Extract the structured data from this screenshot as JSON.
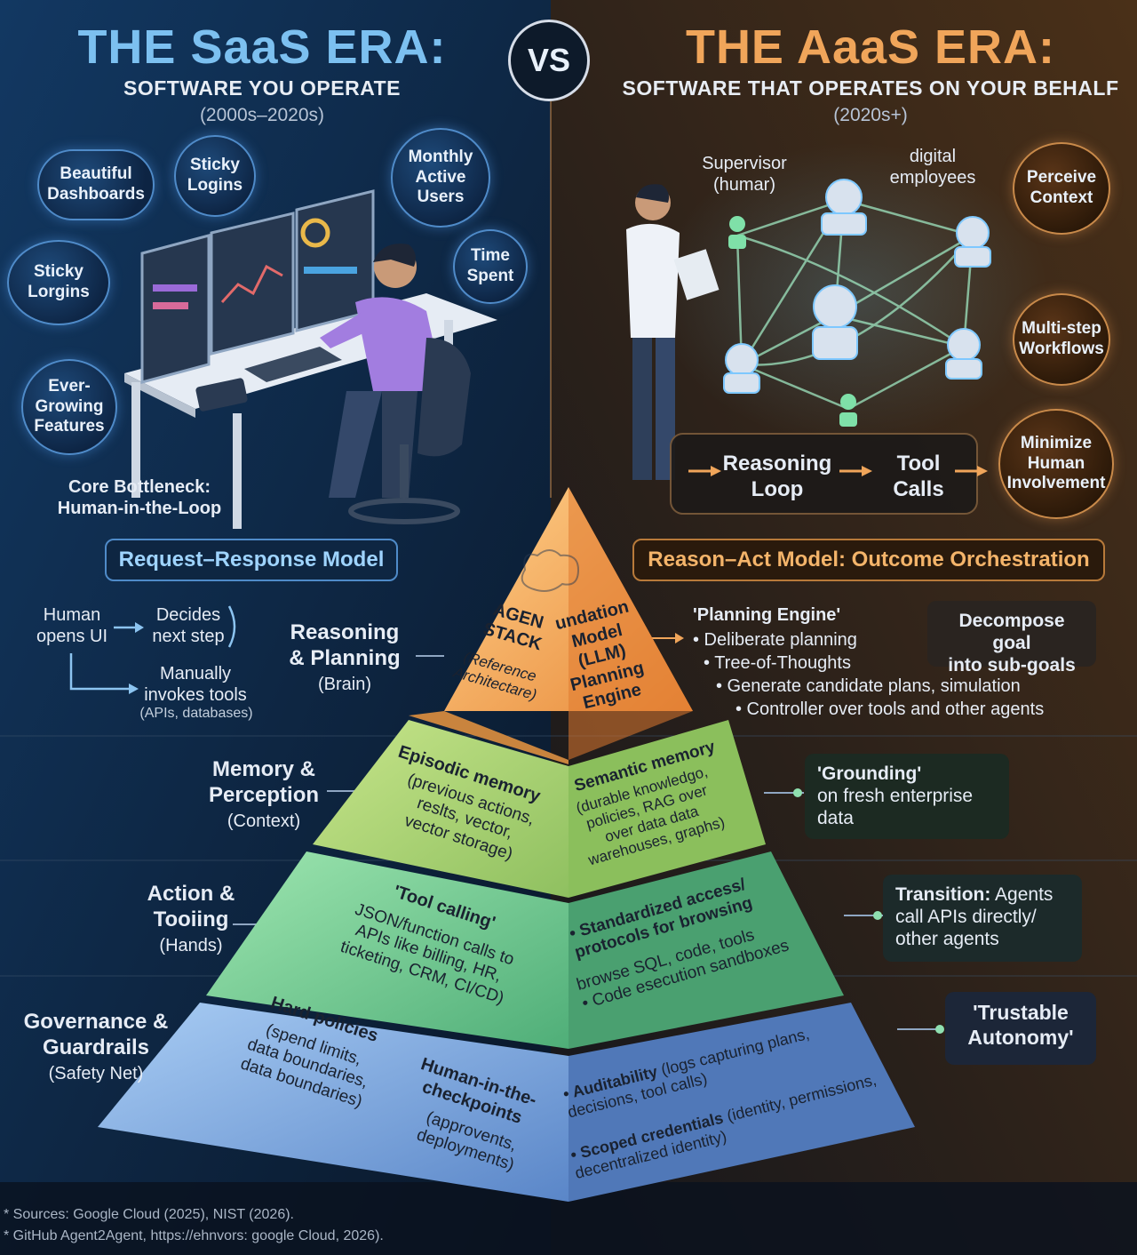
{
  "header": {
    "left_title": "THE SaaS ERA:",
    "left_subtitle": "SOFTWARE YOU OPERATE",
    "left_years": "(2000s–2020s)",
    "vs": "VS",
    "right_title": "THE AaaS ERA:",
    "right_subtitle": "SOFTWARE THAT OPERATES ON YOUR BEHALF",
    "right_years": "(2020s+)"
  },
  "saas": {
    "bubbles": [
      "Beautiful\nDashboards",
      "Sticky\nLogins",
      "Monthly\nActive\nUsers",
      "Sticky\nLorgins",
      "Time\nSpent",
      "Ever-\nGrowing\nFeatures"
    ],
    "bottleneck": "Core Bottleneck:\nHuman-in-the-Loop",
    "model": "Request–Response Model",
    "flow": {
      "human": "Human\nopens UI",
      "decides": "Decides\nnext step",
      "manual": "Manually\ninvokes tools",
      "manual_note": "(APIs, databases)"
    }
  },
  "aaas": {
    "supervisor": "Supervisor\n(humar)",
    "digital": "digital\nemployees",
    "bubbles": [
      "Perceive\nContext",
      "Multi-step\nWorkflows",
      "Minimize\nHuman\nInvolvement"
    ],
    "loop": {
      "reasoning": "Reasoning\nLoop",
      "tools": "Tool\nCalls"
    },
    "model": "Reason–Act Model: Outcome Orchestration"
  },
  "layers": [
    {
      "name": "Reasoning\n& Planning",
      "sub": "(Brain)"
    },
    {
      "name": "Memory &\nPerception",
      "sub": "(Context)"
    },
    {
      "name": "Action &\nTooiing",
      "sub": "(Hands)"
    },
    {
      "name": "Governance &\nGuardrails",
      "sub": "(Safety Net)"
    }
  ],
  "pyramid": {
    "top_left_title": "AGEN\nSTACK",
    "top_left_sub": "(Reference\nArchitectare)",
    "top_right": "undation\nModel\n(LLM)\nPlanning\nEngine",
    "t2_left_title": "Episodic memory",
    "t2_left_body": "(previous actions,\nreslts, vector,\nvector storage)",
    "t2_right_title": "Semantic memory",
    "t2_right_body": "(durable knowledgo,\npolicies, RAG over\nover data data\nwarehouses, graphs)",
    "t3_left_title": "'Tool calling'",
    "t3_left_body": "JSON/function calls to\nAPIs like billing, HR,\nticketing, CRM, CI/CD)",
    "t3_right_title": "• Standardized access/\nprotocols  for browsing",
    "t3_right_body": "browse SQL, code, tools\n• Code esecution sandboxes",
    "t4_a_title": "Hard policies",
    "t4_a_body": "(spend limits,\ndata boundaries,\ndata boundaries)",
    "t4_b_title": "Human-in-the-\ncheckpoints",
    "t4_b_body": "(approvents,\ndeployments)",
    "t4_c1_title": "• Auditability",
    "t4_c1_body": " (logs capturing plans,\ndecisions, tool calls)",
    "t4_c2_title": "• Scoped credentials",
    "t4_c2_body": " (identity, permissions,\ndecentralized identity)"
  },
  "right_notes": {
    "planning_title": "'Planning Engine'",
    "planning_items": [
      "• Deliberate planning",
      "• Tree-of-Thoughts",
      "• Generate candidate plans, simulation",
      "• Controller over tools and other agents"
    ],
    "decompose": "Decompose goal\ninto sub-goals",
    "grounding_title": "'Grounding'",
    "grounding_body": "on fresh enterprise\ndata",
    "transition_title": "Transition:",
    "transition_body": " Agents\ncall APIs directly/\nother agents",
    "trustable": "'Trustable\nAutonomy'"
  },
  "sources": [
    "* Sources: Google Cloud (2025), NIST (2026).",
    "* GitHub Agent2Agent, https://ehnvors: google Cloud, 2026)."
  ],
  "colors": {
    "saas_blue": "#7cc0f0",
    "aaas_orange": "#f0a55a",
    "tier1": "#f4b46a",
    "tier2": "#b8d878",
    "tier3": "#7fd09a",
    "tier4": "#8fb6e8"
  }
}
